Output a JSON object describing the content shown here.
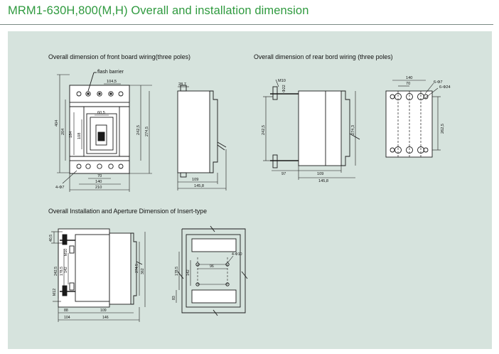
{
  "page": {
    "title": "MRM1-630H,800(M,H) Overall and installation dimension",
    "colors": {
      "title": "#2f9a3f",
      "panel": "#d6e3dd",
      "line": "#1a1a1a"
    }
  },
  "sections": {
    "front": {
      "caption": "Overall dimension of front board wiring(three poles)",
      "callout": "flash barrier",
      "dims": {
        "overall_height": "404",
        "inner_height": "204",
        "window_height": "184",
        "handle_height": "108",
        "top_pitch": "104,5",
        "handle_width": "60,5",
        "right_height_a": "242,5",
        "right_height_b": "274,5",
        "bottom_pitch": "70",
        "bottom_width_a": "140",
        "bottom_width_b": "210",
        "holes": "4-Φ7"
      }
    },
    "side": {
      "dims": {
        "top_offset": "28,7",
        "depth_a": "109",
        "depth_b": "145,8"
      }
    },
    "rear": {
      "caption": "Overall dimension of rear bord wiring (three poles)",
      "dims": {
        "bolt": "M10",
        "bolt_dia": "Φ22",
        "height": "242,5",
        "height_b": "274,3",
        "base": "97",
        "depth_a": "109",
        "depth_b": "145,8"
      }
    },
    "rear_face": {
      "dims": {
        "width": "140",
        "pitch": "70",
        "hole_a": "6-Φ7",
        "hole_b": "6-Φ24",
        "height": "262,5"
      }
    },
    "insert": {
      "caption": "Overall Installation and Aperture Dimension of Insert-type",
      "dims": {
        "top_gap": "40,5",
        "bolt_a": "M10",
        "bolt_b": "M12",
        "height_a": "242,5",
        "height_b": "178,5",
        "height_c": "142",
        "height_d": "274,5",
        "height_e": "362",
        "base_a": "88",
        "base_b": "109",
        "base_c": "104",
        "base_d": "146"
      }
    },
    "aperture": {
      "dims": {
        "holes": "4-Φ10",
        "pitch": "96",
        "height_a": "178,5",
        "height_b": "142",
        "bottom": "83"
      }
    }
  }
}
